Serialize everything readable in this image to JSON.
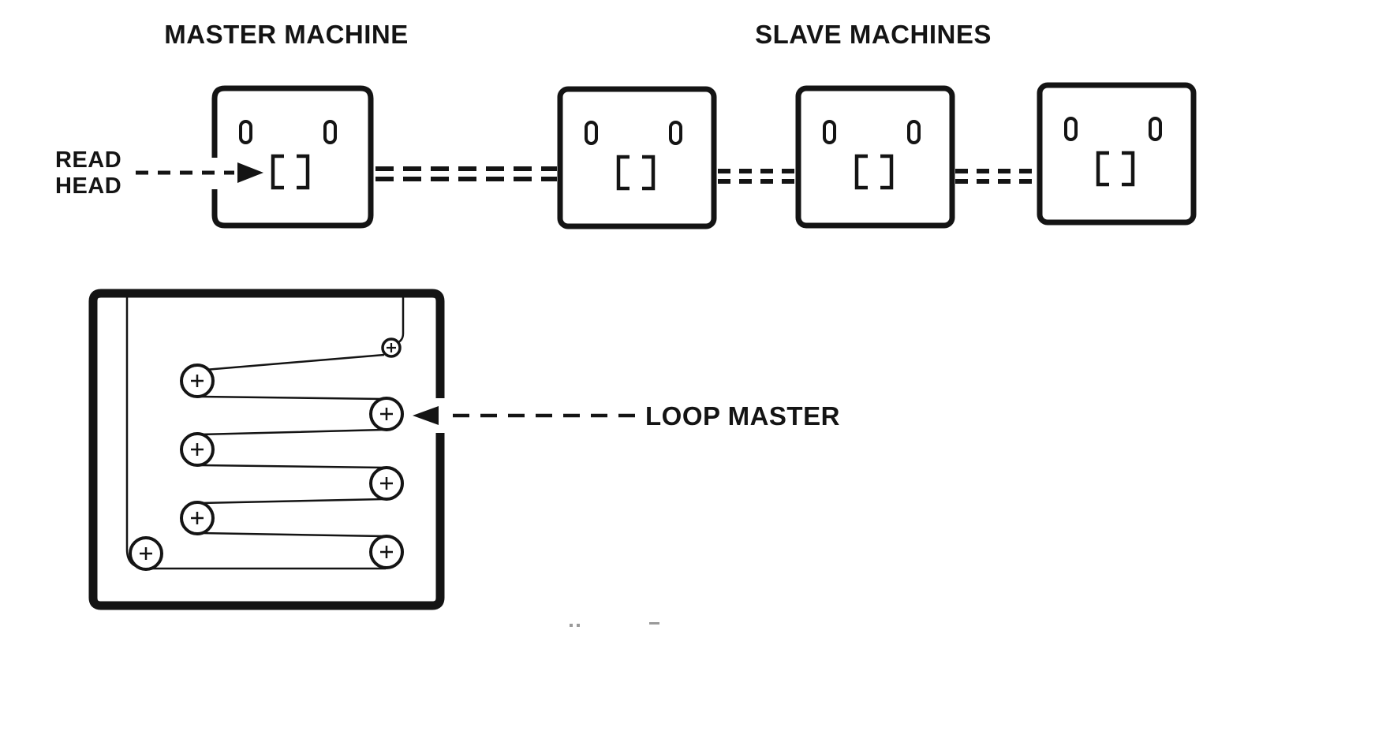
{
  "diagram": {
    "title_master": "MASTER MACHINE",
    "title_slaves": "SLAVE MACHINES",
    "read_head_label_line1": "READ",
    "read_head_label_line2": "HEAD",
    "loop_master_label": "LOOP MASTER"
  },
  "machines": [
    {
      "role": "master"
    },
    {
      "role": "slave"
    },
    {
      "role": "slave"
    },
    {
      "role": "slave"
    }
  ],
  "loop_bin": {
    "roller_count": 8
  },
  "colors": {
    "ink": "#141414",
    "paper": "#ffffff"
  }
}
